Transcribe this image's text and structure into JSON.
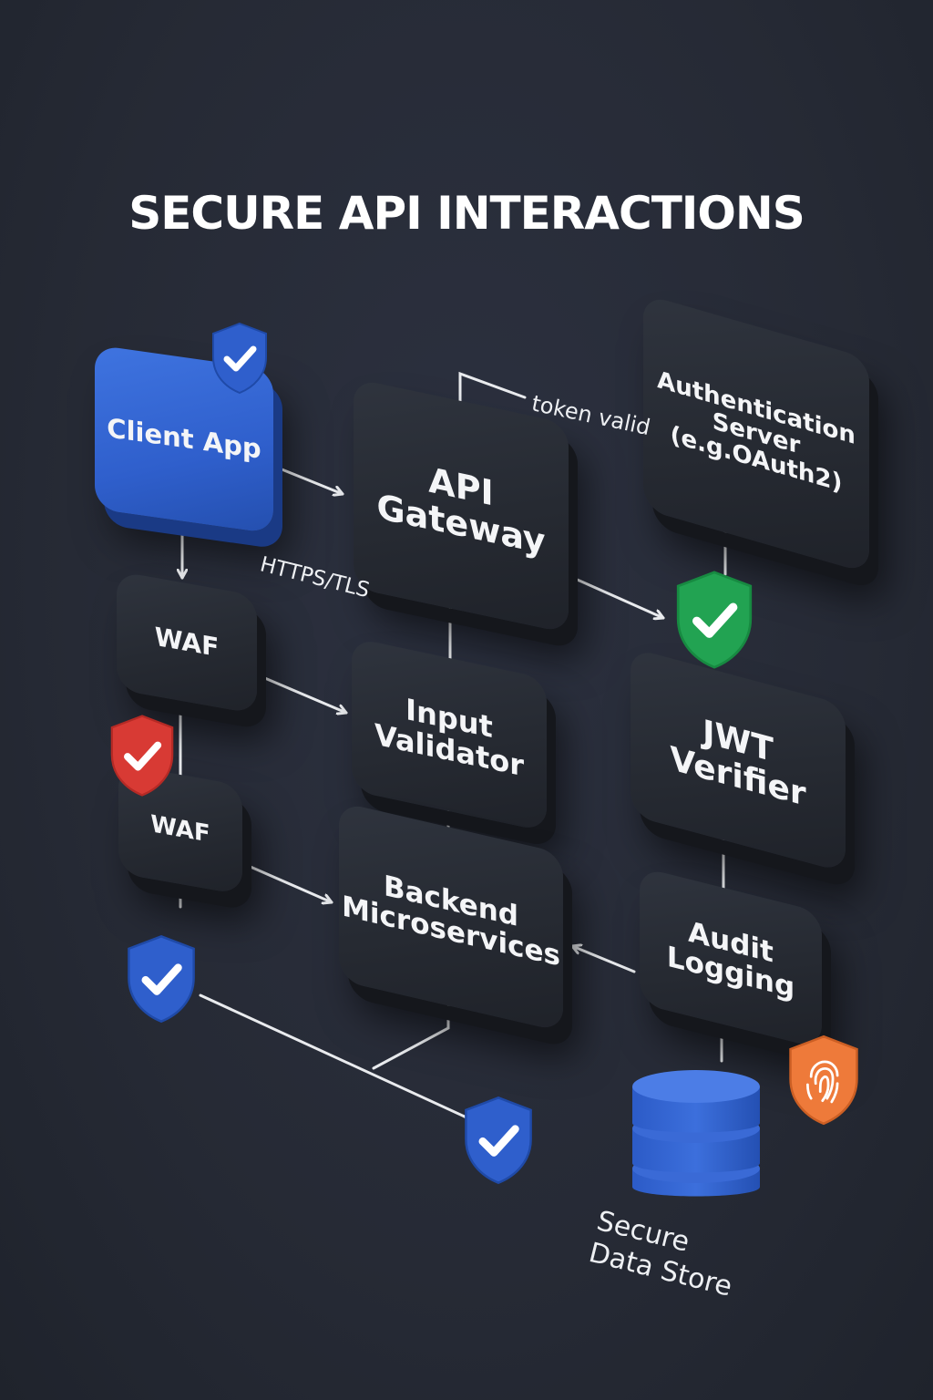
{
  "title": "SECURE API INTERACTIONS",
  "nodes": {
    "client_app": "Client App",
    "api_gateway": "API\nGateway",
    "auth_server": "Authentication\nServer\n(e.g.OAuth2)",
    "waf_top": "WAF",
    "waf_bottom": "WAF",
    "input_validator": "Input\nValidator",
    "jwt_verifier": "JWT\nVerifier",
    "backend": "Backend\nMicroservices",
    "audit_logging": "Audit\nLogging",
    "data_store": "Secure\nData Store"
  },
  "edge_labels": {
    "token": "token valid",
    "https": "HTTPS/TLS"
  },
  "icons": {
    "shield_check": "shield-check-icon",
    "shield_fingerprint": "shield-fingerprint-icon",
    "database": "database-icon"
  },
  "colors": {
    "blue": "#2f5fcc",
    "green": "#22a352",
    "red": "#d83a34",
    "orange": "#ee7a3a",
    "node_dark": "#262a32",
    "line": "#e9ebee"
  }
}
